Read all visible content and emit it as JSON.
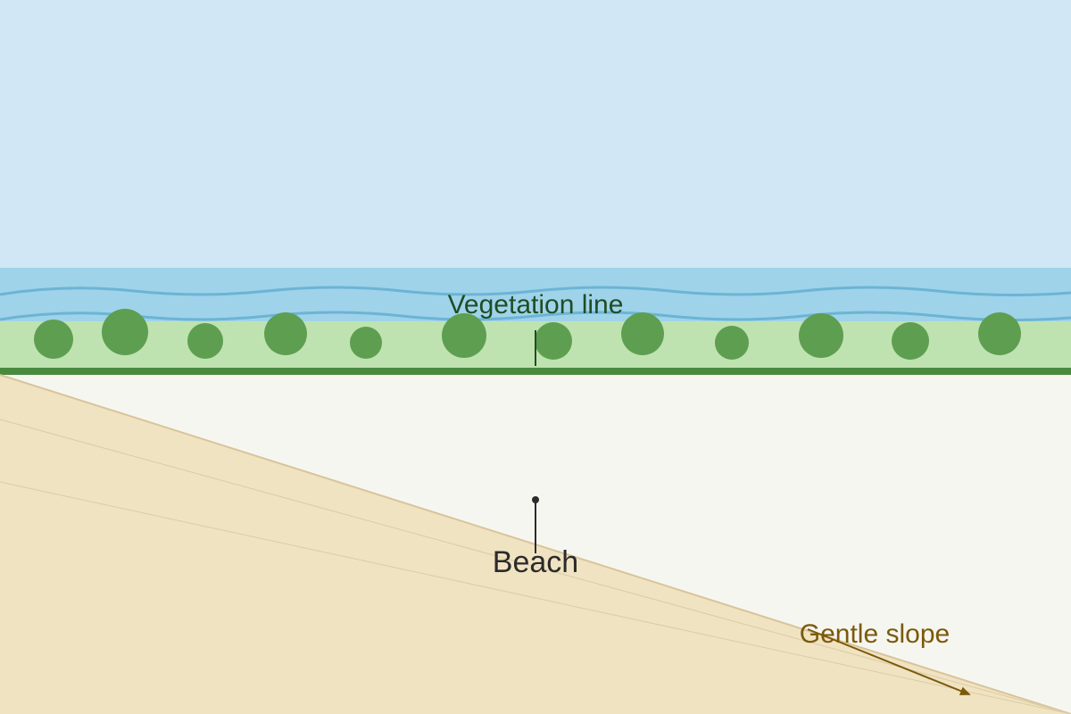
{
  "labels": {
    "vegetation": "Vegetation line",
    "beach": "Beach",
    "slope": "Gentle slope"
  },
  "colors": {
    "sky": "#d1e7f5",
    "water": "#9fd3ea",
    "wave": "#6cb4d4",
    "vegetation_band": "#bfe3b0",
    "vegetation_line": "#4a8a3f",
    "shrub": "#5e9e50",
    "sand": "#f0e3c2",
    "sand_edge": "#d9c49a",
    "ground": "#f6f6f1",
    "leader": "#2b2b2b",
    "slope_arrow": "#7a5a0a"
  },
  "icons": {
    "shrubs": "circle",
    "slope_arrow": "arrow-down-right"
  }
}
